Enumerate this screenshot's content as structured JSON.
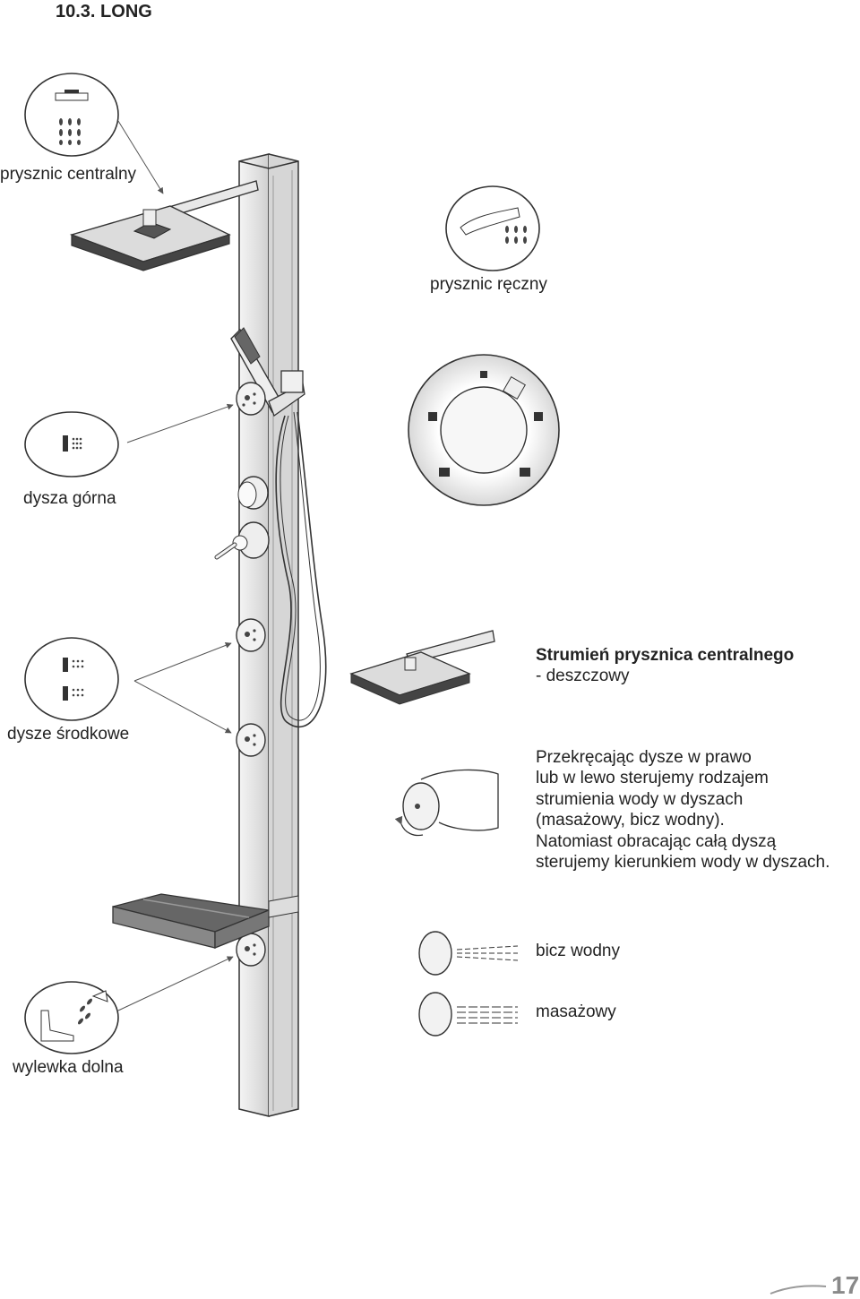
{
  "heading": "10.3. LONG",
  "labels": {
    "central_shower": "prysznic centralny",
    "hand_shower": "prysznic ręczny",
    "top_nozzle": "dysza górna",
    "middle_nozzles": "dysze środkowe",
    "bottom_spout": "wylewka dolna"
  },
  "rain": {
    "title": "Strumień prysznica centralnego",
    "subtitle": "- deszczowy"
  },
  "instructions": [
    "Przekręcając dysze w prawo",
    "lub w lewo sterujemy rodzajem",
    "strumienia wody w dyszach",
    "(masażowy, bicz wodny).",
    "Natomiast obracając całą dyszą",
    "sterujemy kierunkiem wody w dyszach."
  ],
  "modes": {
    "water_jet": "bicz wodny",
    "massage": "masażowy"
  },
  "page_number": "17",
  "icons": [
    "rain-shower-icon",
    "hand-shower-icon",
    "top-nozzle-icon",
    "middle-nozzles-icon",
    "foot-spout-icon",
    "selector-dial-icon"
  ],
  "colors": {
    "line": "#333333",
    "panel": "#e6e6e6",
    "dark": "#555555"
  }
}
